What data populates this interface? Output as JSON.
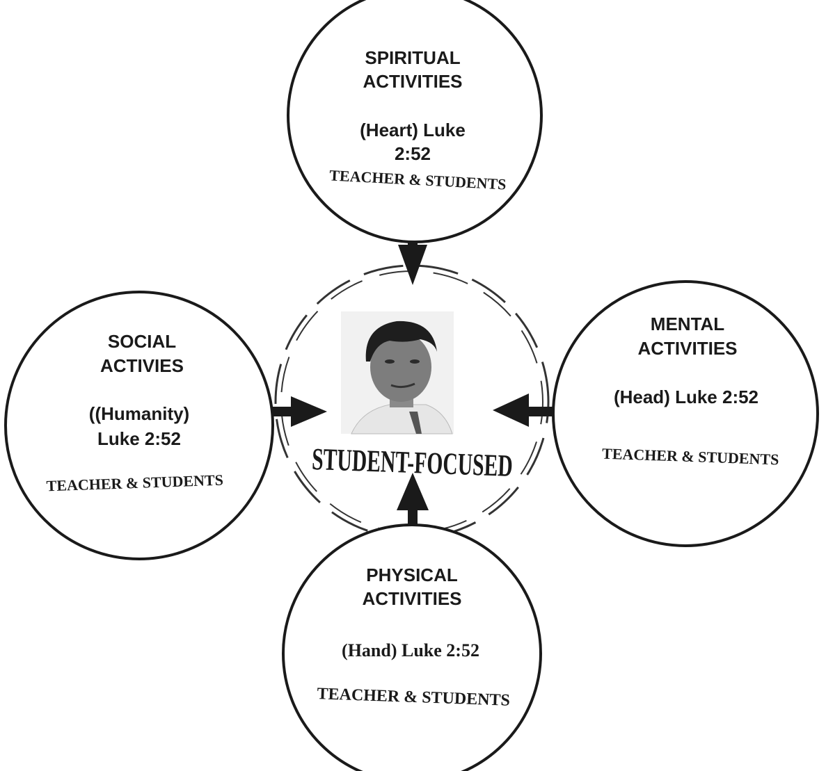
{
  "spiritual": {
    "title_line1": "SPIRITUAL",
    "title_line2": "ACTIVITIES",
    "ref_line1": "(Heart) Luke",
    "ref_line2": "2:52",
    "participants": "TEACHER & STUDENTS"
  },
  "mental": {
    "title_line1": "MENTAL",
    "title_line2": "ACTIVITIES",
    "ref_line1": "(Head) Luke 2:52",
    "participants": "TEACHER & STUDENTS"
  },
  "social": {
    "title_line1": "SOCIAL",
    "title_line2": "ACTIVIES",
    "ref_line1": "((Humanity)",
    "ref_line2": "Luke 2:52",
    "participants": "TEACHER & STUDENTS"
  },
  "physical": {
    "title_line1": "PHYSICAL",
    "title_line2": "ACTIVITIES",
    "ref_line1": "(Hand) Luke 2:52",
    "participants": "TEACHER & STUDENTS"
  },
  "center": {
    "label": "STUDENT-FOCUSED"
  }
}
